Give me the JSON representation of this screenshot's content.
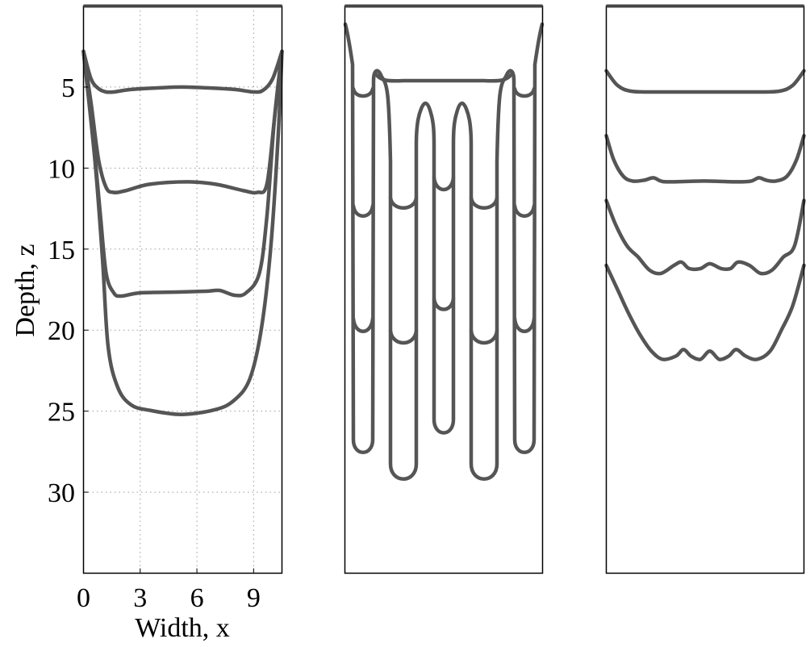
{
  "chart_data": [
    {
      "type": "line",
      "panel": "left",
      "xlabel": "Width, x",
      "ylabel": "Depth, z",
      "xlim": [
        0,
        10.5
      ],
      "ylim": [
        0,
        35
      ],
      "y_reversed": true,
      "grid": true,
      "xticks": [
        0,
        3,
        6,
        9
      ],
      "yticks": [
        5,
        10,
        15,
        20,
        25,
        30
      ],
      "line_color": "#555555",
      "series": [
        {
          "x": [
            0,
            0.4,
            0.8,
            1.2,
            1.6,
            2.5,
            4.0,
            5.2,
            6.5,
            8.0,
            9.0,
            9.5,
            10.0,
            10.5
          ],
          "y": [
            2.8,
            4.5,
            5.1,
            5.3,
            5.3,
            5.15,
            5.05,
            5.0,
            5.05,
            5.15,
            5.3,
            5.2,
            4.5,
            2.8
          ]
        },
        {
          "x": [
            0,
            0.4,
            0.8,
            1.2,
            1.6,
            2.2,
            3.5,
            5.5,
            7.0,
            8.5,
            9.2,
            9.7,
            10.1,
            10.5
          ],
          "y": [
            2.8,
            6.0,
            9.5,
            11.2,
            11.5,
            11.4,
            11.0,
            10.85,
            11.0,
            11.4,
            11.5,
            11.0,
            7.0,
            2.8
          ]
        },
        {
          "x": [
            0,
            0.5,
            0.9,
            1.2,
            1.6,
            2.0,
            3.0,
            5.0,
            6.5,
            7.2,
            8.0,
            8.6,
            9.3,
            9.7,
            10.1,
            10.5
          ],
          "y": [
            2.8,
            8.0,
            13.0,
            16.5,
            17.7,
            17.9,
            17.7,
            17.65,
            17.6,
            17.55,
            17.85,
            17.7,
            16.5,
            13.0,
            7.0,
            2.8
          ]
        },
        {
          "x": [
            0,
            0.6,
            1.0,
            1.3,
            1.8,
            2.5,
            3.5,
            5.2,
            7.0,
            8.0,
            8.8,
            9.4,
            9.9,
            10.3,
            10.5
          ],
          "y": [
            2.8,
            9.5,
            15.5,
            21.0,
            23.5,
            24.6,
            24.95,
            25.2,
            24.9,
            24.3,
            23.0,
            20.0,
            15.0,
            8.0,
            2.8
          ]
        }
      ]
    },
    {
      "type": "line",
      "panel": "middle",
      "xlim": [
        0,
        10.5
      ],
      "ylim": [
        0,
        35
      ],
      "y_reversed": true,
      "grid": false,
      "line_color": "#555555"
    },
    {
      "type": "line",
      "panel": "right",
      "xlim": [
        0,
        10.5
      ],
      "ylim": [
        0,
        35
      ],
      "y_reversed": true,
      "grid": false,
      "line_color": "#555555",
      "series": [
        {
          "x": [
            0,
            0.6,
            1.3,
            2.5,
            5.2,
            8.0,
            9.2,
            9.9,
            10.5
          ],
          "y": [
            4.0,
            4.9,
            5.25,
            5.3,
            5.3,
            5.3,
            5.25,
            4.9,
            4.0
          ]
        },
        {
          "x": [
            0,
            0.4,
            0.9,
            1.4,
            2.0,
            2.5,
            2.9,
            3.4,
            5.2,
            7.0,
            7.7,
            8.1,
            8.5,
            9.0,
            9.6,
            10.1,
            10.5
          ],
          "y": [
            8.0,
            9.5,
            10.5,
            10.8,
            10.75,
            10.6,
            10.8,
            10.85,
            10.8,
            10.85,
            10.8,
            10.6,
            10.75,
            10.8,
            10.5,
            9.5,
            8.0
          ]
        },
        {
          "x": [
            0,
            0.5,
            1.1,
            1.7,
            2.3,
            2.9,
            3.6,
            4.0,
            4.4,
            5.0,
            5.5,
            6.1,
            6.6,
            7.0,
            7.6,
            8.2,
            8.8,
            9.4,
            10.0,
            10.5
          ],
          "y": [
            12.0,
            13.5,
            14.8,
            15.5,
            16.3,
            16.5,
            16.0,
            15.8,
            16.2,
            16.2,
            15.9,
            16.2,
            16.2,
            15.8,
            16.0,
            16.5,
            16.3,
            15.5,
            14.8,
            12.0
          ]
        },
        {
          "x": [
            0,
            0.6,
            1.2,
            1.8,
            2.4,
            3.0,
            3.7,
            4.1,
            4.5,
            5.0,
            5.5,
            6.0,
            6.5,
            6.9,
            7.4,
            8.0,
            8.7,
            9.3,
            9.9,
            10.5
          ],
          "y": [
            16.0,
            17.5,
            19.0,
            20.3,
            21.3,
            21.8,
            21.6,
            21.2,
            21.6,
            21.8,
            21.3,
            21.8,
            21.6,
            21.2,
            21.6,
            21.8,
            21.3,
            20.0,
            18.5,
            16.0
          ]
        }
      ]
    }
  ]
}
